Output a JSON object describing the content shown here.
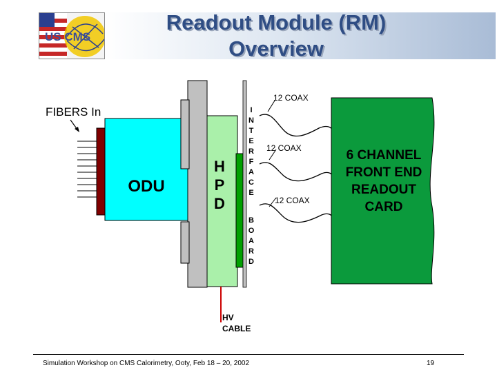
{
  "header": {
    "title_line1": "Readout Module (RM)",
    "title_line2": "Overview",
    "logo_text": "US CMS"
  },
  "diagram": {
    "fibers_label": "FIBERS In",
    "odu_label": "ODU",
    "hpd_letters": [
      "H",
      "P",
      "D"
    ],
    "interface_letters": [
      "I",
      "N",
      "T",
      "E",
      "R",
      "F",
      "A",
      "C",
      "E"
    ],
    "board_letters": [
      "B",
      "O",
      "A",
      "R",
      "D"
    ],
    "coax_labels": [
      "12 COAX",
      "12 COAX",
      "12 COAX"
    ],
    "card_lines": [
      "6 CHANNEL",
      "FRONT END",
      "READOUT",
      "CARD"
    ],
    "hv_lines": [
      "HV",
      "CABLE"
    ],
    "colors": {
      "odu": "#00ffff",
      "hpd": "#aaf0aa",
      "board": "#00a000",
      "card": "#0b9a3c",
      "frame": "#c0c0c0",
      "fiber_block": "#800000",
      "hv_cable": "#cc0000"
    }
  },
  "footer": {
    "text": "Simulation Workshop on CMS Calorimetry, Ooty, Feb 18 – 20, 2002",
    "page": "19"
  }
}
